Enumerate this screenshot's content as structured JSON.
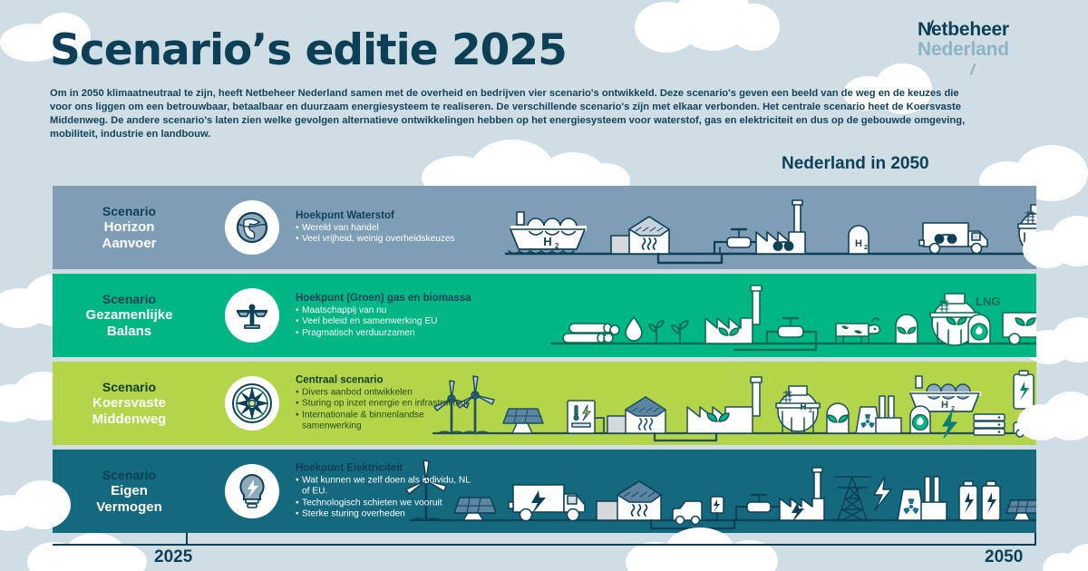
{
  "header": {
    "title": "Scenario’s editie 2025",
    "intro": "Om in 2050 klimaatneutraal te zijn, heeft Netbeheer Nederland samen met de overheid en bedrijven vier scenario's ontwikkeld. Deze scenario's geven een beeld van de weg en de keuzes die voor ons liggen om een betrouwbaar, betaalbaar en duurzaam energiesysteem te realiseren. De verschillende scenario's zijn met elkaar verbonden. Het centrale scenario heet de Koersvaste Middenweg. De andere scenario's laten zien welke gevolgen alternatieve ontwikkelingen hebben op het energiesysteem voor waterstof, gas en elektriciteit en dus op de gebouwde omgeving, mobiliteit, industrie en landbouw."
  },
  "logo": {
    "line1": "Netbeheer",
    "line2": "Nederland"
  },
  "future_label": "Nederland in 2050",
  "timeline": {
    "start": "2025",
    "end": "2050"
  },
  "colors": {
    "page_bg": "#cfdde5",
    "navy": "#0d3f57",
    "band_horizon": "#7e9eb6",
    "band_balans": "#00b684",
    "band_middenweg": "#b3d549",
    "band_vermogen": "#15697f"
  },
  "bands": [
    {
      "id": "horizon",
      "scenario_word": "Scenario",
      "name_line1": "Horizon",
      "name_line2": "Aanvoer",
      "icon": "globe-icon",
      "heading": "Hoekpunt Waterstof",
      "bullets": [
        "Wereld van handel",
        "Veel vrijheid, weinig overheidskeuzes"
      ],
      "scene_icons": [
        "h2-ship-icon",
        "house-solar-heat-icon",
        "gas-valve-icon",
        "factory-icon",
        "h2-storage-icon",
        "h2-truck-icon",
        "h2-sphere-tank-icon"
      ],
      "scene_labels": [
        "H₂",
        "H₂",
        "H₂"
      ]
    },
    {
      "id": "balans",
      "scenario_word": "Scenario",
      "name_line1": "Gezamenlijke",
      "name_line2": "Balans",
      "icon": "scales-icon",
      "heading": "Hoekpunt (Groen) gas en biomassa",
      "bullets": [
        "Maatschappij van nu",
        "Veel beleid en samenwerking EU",
        "Pragmatisch verduurzamen"
      ],
      "scene_icons": [
        "logs-icon",
        "water-drop-icon",
        "plants-icon",
        "biomass-factory-icon",
        "gas-valve-icon",
        "cow-icon",
        "biogas-tank-icon",
        "lng-flame-icon",
        "biogas-truck-icon"
      ],
      "scene_labels": [
        "LNG"
      ]
    },
    {
      "id": "middenweg",
      "scenario_word": "Scenario",
      "name_line1": "Koersvaste",
      "name_line2": "Middenweg",
      "icon": "compass-icon",
      "heading": "Centraal scenario",
      "bullets": [
        "Divers aanbod ontwikkelen",
        "Sturing op inzet energie en infrastructuur",
        "Internationale & binnenlandse samenwerking"
      ],
      "scene_icons": [
        "wind-turbine-icon",
        "solar-panel-icon",
        "heat-pump-icon",
        "house-solar-heat-icon",
        "biomass-factory-icon",
        "h2-sphere-tank-icon",
        "biogas-tank-icon",
        "nuclear-plant-icon",
        "h2-ship-icon",
        "lng-flame-icon",
        "lightning-icon",
        "server-rack-icon",
        "ev-charging-icon",
        "battery-icon"
      ],
      "scene_labels": [
        "H₂",
        "H₂"
      ]
    },
    {
      "id": "vermogen",
      "scenario_word": "Scenario",
      "name_line1": "Eigen",
      "name_line2": "Vermogen",
      "icon": "lightbulb-icon",
      "heading": "Hoekpunt Elektriciteit",
      "bullets": [
        "Wat kunnen we zelf doen als individu, NL of EU.",
        "Technologisch schieten we vooruit",
        "Sterke sturing overheden"
      ],
      "scene_icons": [
        "wind-turbine-icon",
        "solar-panel-icon",
        "electric-truck-icon",
        "house-solar-heat-icon",
        "ev-car-icon",
        "ev-charging-icon",
        "gas-valve-icon",
        "electric-factory-icon",
        "power-pylon-icon",
        "lightning-icon",
        "nuclear-plant-icon",
        "battery-icon",
        "solar-panel-icon",
        "server-rack-icon"
      ],
      "scene_labels": []
    }
  ]
}
